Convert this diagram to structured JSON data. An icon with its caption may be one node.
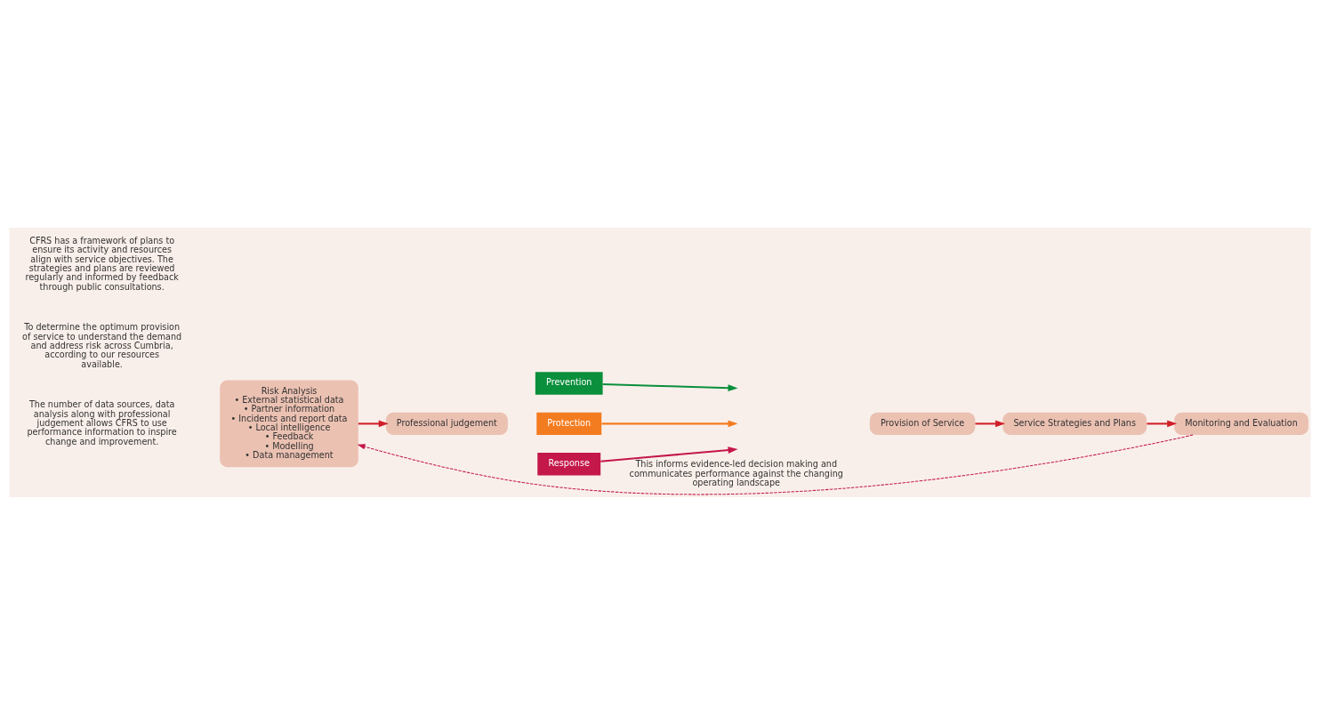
{
  "diagram": {
    "nodes": [
      {
        "text": [
          "Risk Analysis",
          "• External statistical data",
          "• Partner information",
          "• Incidents and report data",
          "• Local intelligence",
          "• Feedback",
          "• Modelling",
          "• Data management"
        ]
      },
      {
        "text": [
          "Professional judgement"
        ]
      },
      {
        "text": [
          "Prevention"
        ]
      },
      {
        "text": [
          "Protection"
        ]
      },
      {
        "text": [
          "Response"
        ]
      },
      {
        "text": [
          "Provision of Service"
        ]
      },
      {
        "text": [
          "Service Strategies and Plans"
        ]
      },
      {
        "text": [
          "Monitoring and Evaluation"
        ]
      }
    ],
    "edges": [
      {
        "from": 0,
        "to": 1,
        "arrow": "to"
      },
      {
        "from": 2,
        "to": null,
        "arrow": "to",
        "color": "#0a8f3c"
      },
      {
        "from": 3,
        "to": null,
        "arrow": "to",
        "color": "#f47c20"
      },
      {
        "from": 4,
        "to": null,
        "arrow": "to",
        "color": "#c4174a"
      },
      {
        "from": 5,
        "to": 6,
        "arrow": "to"
      },
      {
        "from": 6,
        "to": 7,
        "arrow": "to"
      },
      {
        "from": 7,
        "to": 0,
        "arrow": "to",
        "style": "dashed",
        "color": "#c4174a",
        "label": "This informs evidence-led decision making and communicates performance against the changing operating landscape"
      }
    ],
    "labels": [
      "The number of data sources, data analysis along with professional judgement allows CFRS to use performance information to inspire change and improvement.",
      "To determine the optimum provision of service to understand the demand and address risk across Cumbria, according to our resources available.",
      "CFRS has a framework of plans to ensure its activity and resources align with service objectives. The strategies and plans are reviewed regularly and informed by feedback through public consultations."
    ]
  }
}
